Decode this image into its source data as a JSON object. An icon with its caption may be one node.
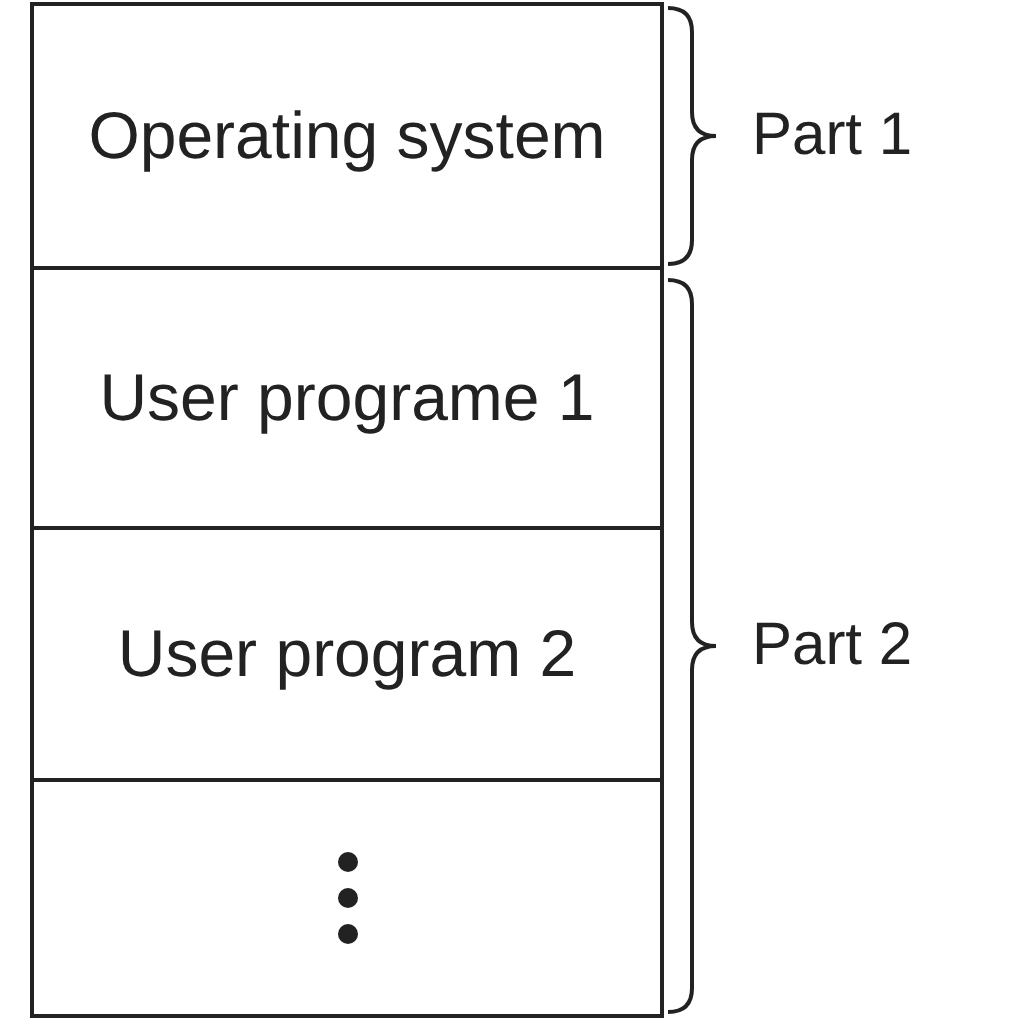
{
  "diagram": {
    "nodes": [
      {
        "text": [
          "Operating system"
        ]
      },
      {
        "text": [
          "User programe 1"
        ]
      },
      {
        "text": [
          "User program 2"
        ]
      },
      {
        "text": [],
        "shape": "box"
      }
    ],
    "labels": [
      "Part 1",
      "Part 2"
    ]
  }
}
